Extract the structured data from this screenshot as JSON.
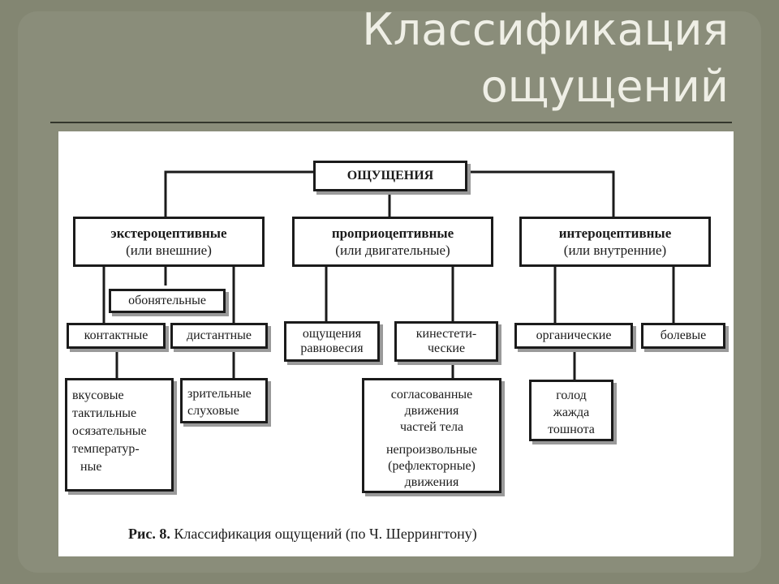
{
  "slide": {
    "title_line1": "Классификация",
    "title_line2": "ощущений"
  },
  "diagram": {
    "root": "ОЩУЩЕНИЯ",
    "extero": {
      "name": "экстероцептивные",
      "note": "(или внешние)"
    },
    "proprio": {
      "name": "проприоцептивные",
      "note": "(или двигательные)"
    },
    "intero": {
      "name": "интероцептивные",
      "note": "(или внутренние)"
    },
    "olfactory": "обонятельные",
    "contact": "контактные",
    "distant": "дистантные",
    "contact_list": [
      "вкусовые",
      "тактильные",
      "осязательные",
      "температур-",
      "ные"
    ],
    "distant_list": [
      "зрительные",
      "слуховые"
    ],
    "balance": [
      "ощущения",
      "равновесия"
    ],
    "kinesthetic": [
      "кинестети-",
      "ческие"
    ],
    "movements": [
      "согласованные",
      "движения",
      "частей тела",
      "непроизвольные",
      "(рефлекторные)",
      "движения"
    ],
    "organic": "органические",
    "pain": "болевые",
    "organic_list": [
      "голод",
      "жажда",
      "тошнота"
    ],
    "caption_label": "Рис. 8.",
    "caption_text": "Классификация ощущений (по Ч. Шеррингтону)"
  }
}
